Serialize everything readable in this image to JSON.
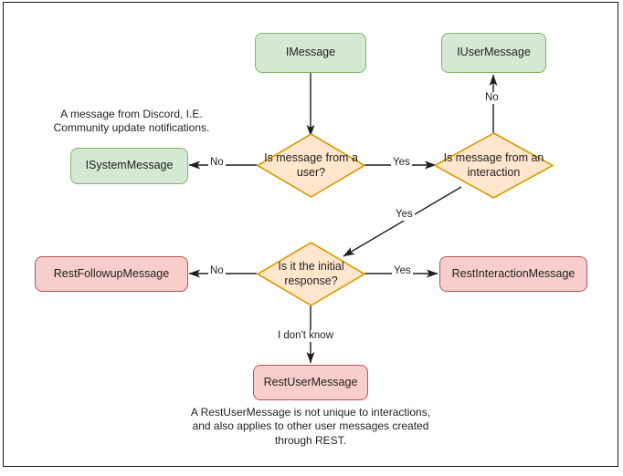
{
  "diagram": {
    "title": "Discord message type decision flowchart",
    "colors": {
      "green_fill": "#d5e8d4",
      "green_stroke": "#82b366",
      "red_fill": "#f8cecc",
      "red_stroke": "#b85450",
      "orange_fill": "#ffe6cc",
      "orange_stroke": "#d79b00",
      "edge_stroke": "#1f1f1f",
      "frame_stroke": "#1b1b1b",
      "text": "#1f1f1f",
      "background": "#ffffff"
    },
    "nodes": [
      {
        "id": "imessage",
        "label": "IMessage",
        "shape": "rounded-rect",
        "style": "green"
      },
      {
        "id": "iusermessage",
        "label": "IUserMessage",
        "shape": "rounded-rect",
        "style": "green"
      },
      {
        "id": "isystemmessage",
        "label": "ISystemMessage",
        "shape": "rounded-rect",
        "style": "green"
      },
      {
        "id": "is-message-from-a-user",
        "label": "Is message from a user?",
        "shape": "diamond",
        "style": "orange"
      },
      {
        "id": "is-message-from-an-interaction",
        "label": "Is message from an interaction",
        "shape": "diamond",
        "style": "orange"
      },
      {
        "id": "is-it-the-initial-response",
        "label": "Is it the initial response?",
        "shape": "diamond",
        "style": "orange"
      },
      {
        "id": "restfollowupmessage",
        "label": "RestFollowupMessage",
        "shape": "rounded-rect",
        "style": "red"
      },
      {
        "id": "restinteractionmessage",
        "label": "RestInteractionMessage",
        "shape": "rounded-rect",
        "style": "red"
      },
      {
        "id": "restusermessage",
        "label": "RestUserMessage",
        "shape": "rounded-rect",
        "style": "red"
      }
    ],
    "edges": [
      {
        "id": "imessage-to-user-question",
        "from": "imessage",
        "to": "is-message-from-a-user",
        "label": ""
      },
      {
        "id": "user-question-no",
        "from": "is-message-from-a-user",
        "to": "isystemmessage",
        "label": "No"
      },
      {
        "id": "user-question-yes",
        "from": "is-message-from-a-user",
        "to": "is-message-from-an-interaction",
        "label": "Yes"
      },
      {
        "id": "interaction-question-no",
        "from": "is-message-from-an-interaction",
        "to": "iusermessage",
        "label": "No"
      },
      {
        "id": "interaction-question-yes",
        "from": "is-message-from-an-interaction",
        "to": "is-it-the-initial-response",
        "label": "Yes"
      },
      {
        "id": "initial-response-no",
        "from": "is-it-the-initial-response",
        "to": "restfollowupmessage",
        "label": "No"
      },
      {
        "id": "initial-response-yes",
        "from": "is-it-the-initial-response",
        "to": "restinteractionmessage",
        "label": "Yes"
      },
      {
        "id": "initial-response-unknown",
        "from": "is-it-the-initial-response",
        "to": "restusermessage",
        "label": "I don't know"
      }
    ],
    "notes": [
      {
        "id": "system-message-note",
        "text": "A message from Discord, I.E.\nCommunity update notifications."
      },
      {
        "id": "rest-user-message-note",
        "text": "A RestUserMessage is not unique to interactions,\nand also applies to other user messages created\nthrough REST."
      }
    ]
  }
}
